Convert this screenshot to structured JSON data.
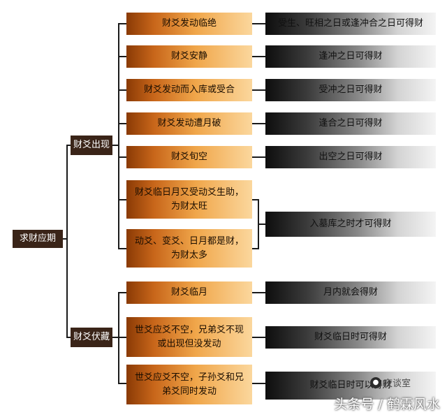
{
  "root": "求财应期",
  "branches": [
    "财爻出现",
    "财爻伏藏"
  ],
  "conditions": [
    "财爻发动临绝",
    "财爻安静",
    "财爻发动而入库或受合",
    "财爻发动遭月破",
    "财爻旬空",
    "财爻临日月又受动爻生助，为财太旺",
    "动爻、变爻、日月都是财，为财太多",
    "财爻临月",
    "世爻应爻不空，兄弟爻不现或出现但没发动",
    "世爻应爻不空，子孙爻和兄弟爻同时发动"
  ],
  "results": [
    "受生、旺相之日或逢冲合之日可得财",
    "逢冲之日可得财",
    "受冲之日可得财",
    "逢合之日可得财",
    "出空之日可得财",
    "入墓库之时才可得财",
    "月内就会得财",
    "财爻临日时可得财",
    "财爻临日时可以得财"
  ],
  "watermark": {
    "logo_text": "夜谈室",
    "footer_text": "头条号 / 鹤霖风水",
    "colors": {
      "text": "#ffffff",
      "logo": "#4a4a4a"
    }
  },
  "colors": {
    "dark_box": "#3a2418",
    "orange_gradient": [
      "#8a3a05",
      "#c8661a",
      "#f0a64a",
      "#fbd79d"
    ],
    "gray_gradient": [
      "#0d0d0d",
      "#3c3c3c",
      "#8a8a8a",
      "#d4d4d4",
      "#f4f4f4"
    ],
    "line": "#1a1a1a"
  }
}
